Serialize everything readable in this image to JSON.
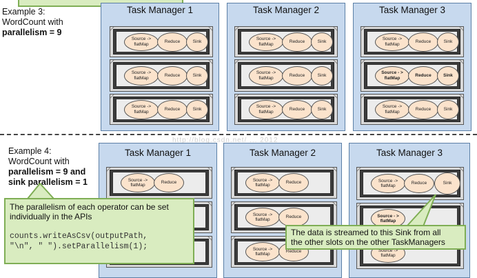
{
  "example3": {
    "line1": "Example 3:",
    "line2": "WordCount with",
    "line3": "parallelism = 9"
  },
  "example4": {
    "line1": "Example 4:",
    "line2": "WordCount with",
    "line3": "parallelism = 9 and",
    "line4": "sink parallelism = 1"
  },
  "task_manager_titles": [
    "Task Manager 1",
    "Task Manager 2",
    "Task Manager 3"
  ],
  "operators": {
    "source": "Source -> flatMap",
    "source_bold": "Source - > flatMap",
    "reduce": "Reduce",
    "sink": "Sink"
  },
  "callout_left": {
    "text_line1": "The parallelism of each operator can be set",
    "text_line2": "individually in the APIs",
    "code_line1": "counts.writeAsCsv(outputPath,",
    "code_line2": "\"\\n\", \" \").setParallelism(1);"
  },
  "callout_right": {
    "line1": "The data is streamed to this Sink from all",
    "line2": "the other slots on the other TaskManagers"
  },
  "watermark": "http://blog.csdn.net/   ...   2012"
}
